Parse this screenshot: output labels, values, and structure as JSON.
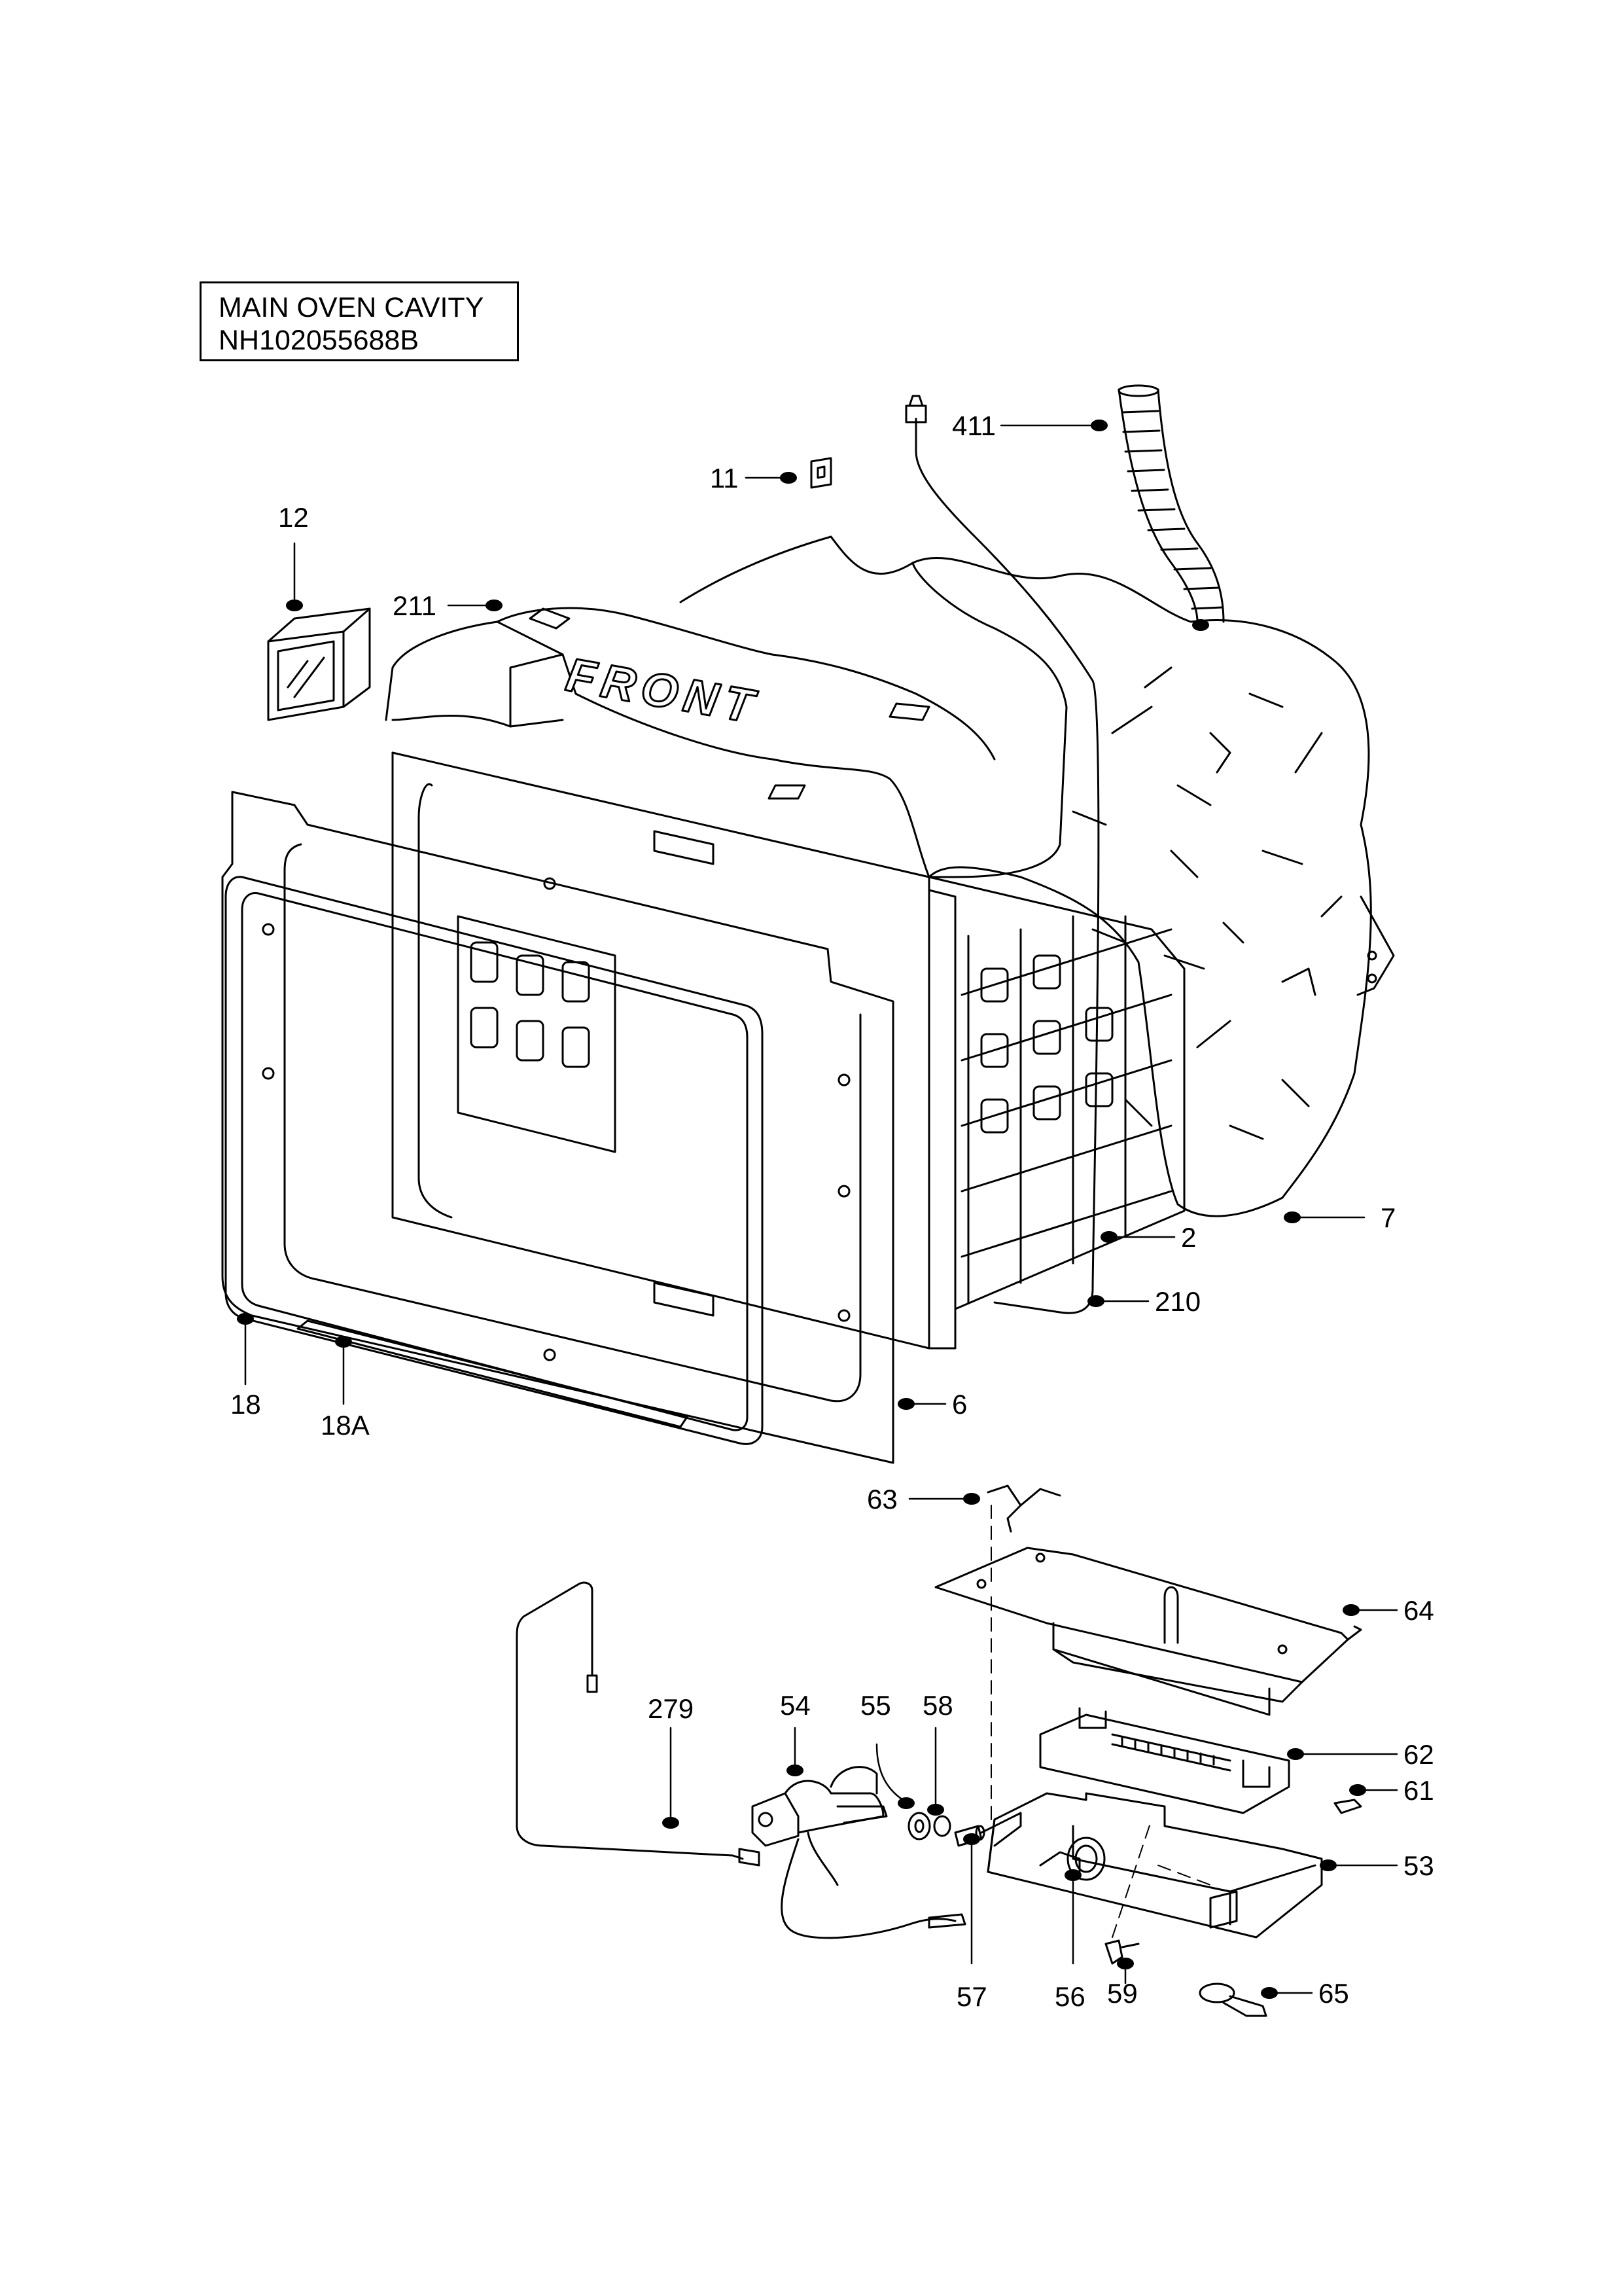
{
  "title": {
    "line1": "MAIN OVEN CAVITY",
    "line2": "NH102055688B"
  },
  "front_text": "FRONT",
  "callouts": [
    {
      "id": "411",
      "label": "411"
    },
    {
      "id": "11",
      "label": "11"
    },
    {
      "id": "12",
      "label": "12"
    },
    {
      "id": "211",
      "label": "211"
    },
    {
      "id": "7",
      "label": "7"
    },
    {
      "id": "2",
      "label": "2"
    },
    {
      "id": "210",
      "label": "210"
    },
    {
      "id": "18",
      "label": "18"
    },
    {
      "id": "18A",
      "label": "18A"
    },
    {
      "id": "6",
      "label": "6"
    },
    {
      "id": "63",
      "label": "63"
    },
    {
      "id": "64",
      "label": "64"
    },
    {
      "id": "279",
      "label": "279"
    },
    {
      "id": "54",
      "label": "54"
    },
    {
      "id": "55",
      "label": "55"
    },
    {
      "id": "58",
      "label": "58"
    },
    {
      "id": "62",
      "label": "62"
    },
    {
      "id": "61",
      "label": "61"
    },
    {
      "id": "53",
      "label": "53"
    },
    {
      "id": "57",
      "label": "57"
    },
    {
      "id": "56",
      "label": "56"
    },
    {
      "id": "59",
      "label": "59"
    },
    {
      "id": "65",
      "label": "65"
    }
  ]
}
